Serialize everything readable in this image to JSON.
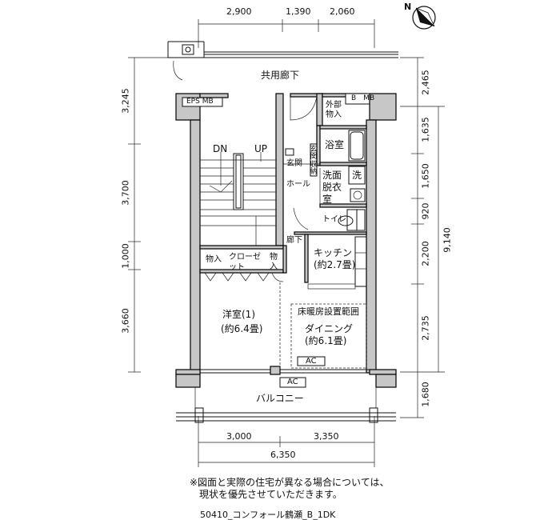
{
  "compass": {
    "label": "N"
  },
  "dims_top": [
    "2,900",
    "1,390",
    "2,060"
  ],
  "dims_bottom": [
    "3,000",
    "3,350"
  ],
  "dim_bottom_total": "6,350",
  "dims_left": [
    "3,245",
    "3,700",
    "1,000",
    "3,660"
  ],
  "dims_right": [
    "2,465",
    "1,635",
    "1,650",
    "920",
    "2,200",
    "2,735",
    "1,680"
  ],
  "dim_right_total": "9,140",
  "labels": {
    "corridor": "共用廊下",
    "eps_mb": "EPS MB",
    "b_mb": "B　MB",
    "outside_storage": "外部物入",
    "dn": "DN",
    "up": "UP",
    "bathroom": "浴室",
    "entrance": "玄関",
    "entrance_storage": "玄関収納",
    "hall": "ホール",
    "washroom": "洗面脱衣室",
    "washer": "洗",
    "toilet": "トイレ",
    "hallway": "廊下",
    "kitchen": "キッチン",
    "kitchen_size": "(約2.7畳)",
    "storage_left": "物入",
    "closet": "クローゼット",
    "storage_right": "物入",
    "western_room": "洋室(1)",
    "western_room_size": "(約6.4畳)",
    "floor_heating": "床暖房設置範囲",
    "dining": "ダイニング",
    "dining_size": "(約6.1畳)",
    "ac_room": "AC",
    "ac_balcony": "AC",
    "balcony": "バルコニー"
  },
  "note_line1": "※図面と実際の住宅が異なる場合については、",
  "note_line2": "　現状を優先させていただきます。",
  "caption": "50410_コンフォール鶴瀬_B_1DK"
}
